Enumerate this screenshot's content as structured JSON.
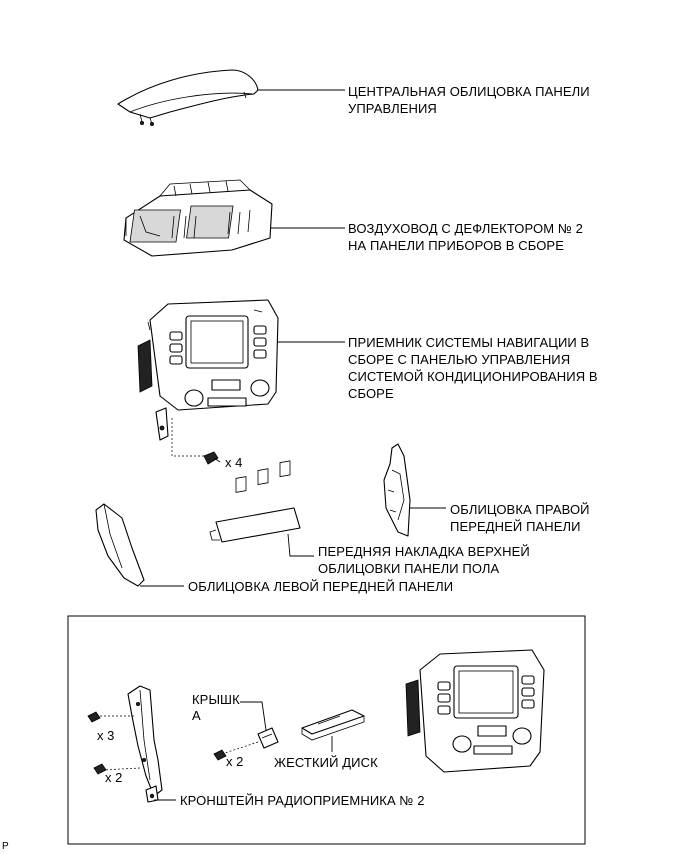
{
  "labels": {
    "center_cover": "ЦЕНТРАЛЬНАЯ ОБЛИЦОВКА ПАНЕЛИ\nУПРАВЛЕНИЯ",
    "air_duct": "ВОЗДУХОВОД С ДЕФЛЕКТОРОМ № 2\nНА ПАНЕЛИ ПРИБОРОВ В СБОРЕ",
    "nav_receiver": "ПРИЕМНИК СИСТЕМЫ НАВИГАЦИИ В\nСБОРЕ С ПАНЕЛЬЮ УПРАВЛЕНИЯ\nСИСТЕМОЙ КОНДИЦИОНИРОВАНИЯ В\nСБОРЕ",
    "right_panel": "ОБЛИЦОВКА ПРАВОЙ\nПЕРЕДНЕЙ ПАНЕЛИ",
    "front_overlay": "ПЕРЕДНЯЯ НАКЛАДКА ВЕРХНЕЙ\nОБЛИЦОВКИ ПАНЕЛИ ПОЛА",
    "left_panel": "ОБЛИЦОВКА ЛЕВОЙ ПЕРЕДНЕЙ ПАНЕЛИ",
    "cover_a": "КРЫШК\nА",
    "hard_disk": "ЖЕСТКИЙ ДИСК",
    "radio_bracket": "КРОНШТЕЙН РАДИОПРИЕМНИКА № 2"
  },
  "quantities": {
    "screws_receiver": "x 4",
    "screws_bracket_top": "x 3",
    "screws_bracket_bottom": "x 2",
    "screws_disk": "x 2"
  },
  "footer": {
    "code": "P"
  }
}
